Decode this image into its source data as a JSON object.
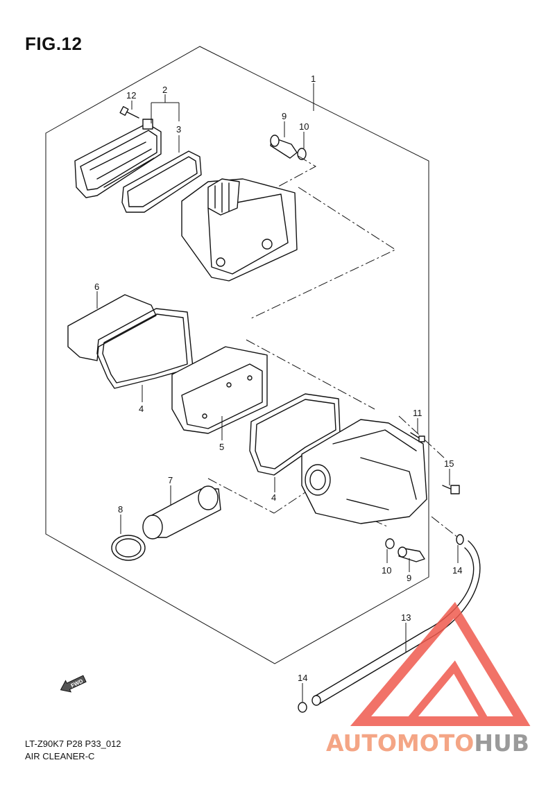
{
  "figure": {
    "title": "FIG.12"
  },
  "callouts": [
    {
      "id": "1",
      "label": "1"
    },
    {
      "id": "2",
      "label": "2"
    },
    {
      "id": "3",
      "label": "3"
    },
    {
      "id": "4a",
      "label": "4"
    },
    {
      "id": "4b",
      "label": "4"
    },
    {
      "id": "5",
      "label": "5"
    },
    {
      "id": "6",
      "label": "6"
    },
    {
      "id": "7",
      "label": "7"
    },
    {
      "id": "8",
      "label": "8"
    },
    {
      "id": "9a",
      "label": "9"
    },
    {
      "id": "9b",
      "label": "9"
    },
    {
      "id": "10a",
      "label": "10"
    },
    {
      "id": "10b",
      "label": "10"
    },
    {
      "id": "11",
      "label": "11"
    },
    {
      "id": "12",
      "label": "12"
    },
    {
      "id": "13",
      "label": "13"
    },
    {
      "id": "14a",
      "label": "14"
    },
    {
      "id": "14b",
      "label": "14"
    },
    {
      "id": "15",
      "label": "15"
    }
  ],
  "fwd_label": "FWD",
  "footer": {
    "model_code": "LT-Z90K7 P28 P33_012",
    "section_name": "AIR CLEANER-C"
  },
  "watermark": {
    "part1": "AUTOMOTO",
    "part2": "HUB",
    "color1": "#f4a585",
    "color2": "#9a9a9a",
    "logo_color": "#ef5a4e"
  }
}
